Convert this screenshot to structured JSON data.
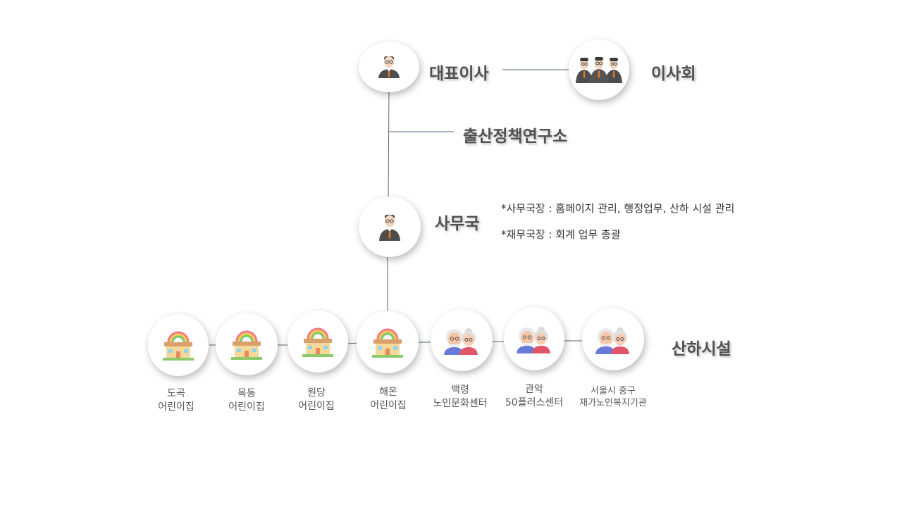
{
  "ceo": {
    "label": "대표이사"
  },
  "board": {
    "label": "이사회"
  },
  "institute": {
    "label": "출산정책연구소"
  },
  "secretariat": {
    "label": "사무국",
    "notes": [
      "*사무국장 : 홈페이지 관리, 행정업무, 산하 시설 관리",
      "*재무국장 : 회계 업무 총괄"
    ]
  },
  "affiliates": {
    "label": "산하시설",
    "facilities": [
      {
        "line1": "도곡",
        "line2": "어린이집",
        "icon": "kindergarten-icon"
      },
      {
        "line1": "목동",
        "line2": "어린이집",
        "icon": "kindergarten-icon"
      },
      {
        "line1": "원당",
        "line2": "어린이집",
        "icon": "kindergarten-icon"
      },
      {
        "line1": "해온",
        "line2": "어린이집",
        "icon": "kindergarten-icon"
      },
      {
        "line1": "백령",
        "line2": "노인문화센터",
        "icon": "elderly-couple-icon"
      },
      {
        "line1": "관악",
        "line2": "50플러스센터",
        "icon": "elderly-couple-icon"
      },
      {
        "line1": "서울시 중구",
        "line2": "재가노인복지기관",
        "icon": "elderly-couple-icon"
      }
    ]
  },
  "colors": {
    "line": "#4a5a6a",
    "text": "#505050",
    "suit": "#4d4d4d",
    "tie": "#e8781e"
  }
}
